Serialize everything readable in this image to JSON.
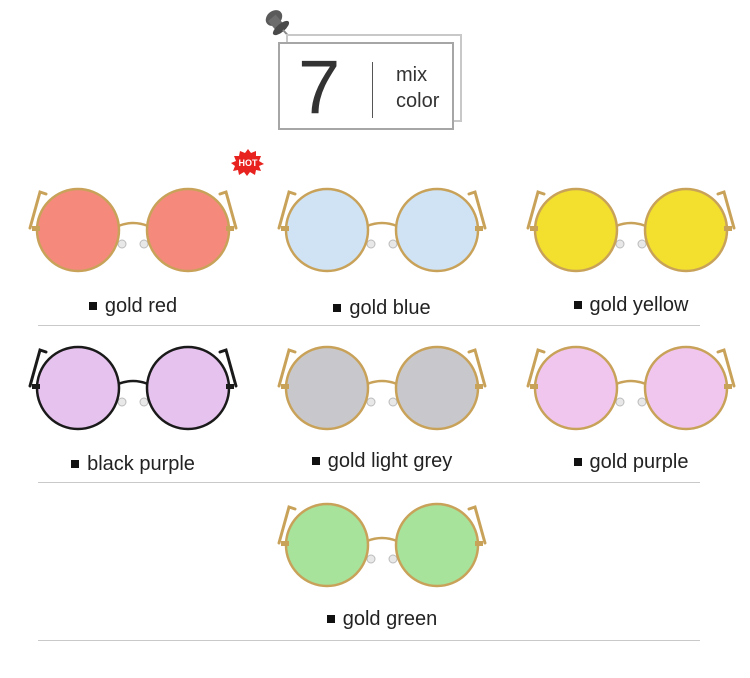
{
  "header": {
    "number": "7",
    "line1": "mix",
    "line2": "color"
  },
  "hot_badge": "HOT",
  "products": [
    {
      "label": "gold red",
      "frame": "#c9a25a",
      "lens": "#f58a7c",
      "hot": true
    },
    {
      "label": "gold blue",
      "frame": "#c9a25a",
      "lens": "#cfe3f5"
    },
    {
      "label": "gold yellow",
      "frame": "#c9a25a",
      "lens": "#f2df2e"
    },
    {
      "label": "black purple",
      "frame": "#1a1a1a",
      "lens": "#e6c2ee"
    },
    {
      "label": "gold light grey",
      "frame": "#c9a25a",
      "lens": "#c8c8cc"
    },
    {
      "label": "gold purple",
      "frame": "#c9a25a",
      "lens": "#f0c6ef"
    },
    {
      "label": "gold green",
      "frame": "#c9a25a",
      "lens": "#a7e39a"
    }
  ]
}
